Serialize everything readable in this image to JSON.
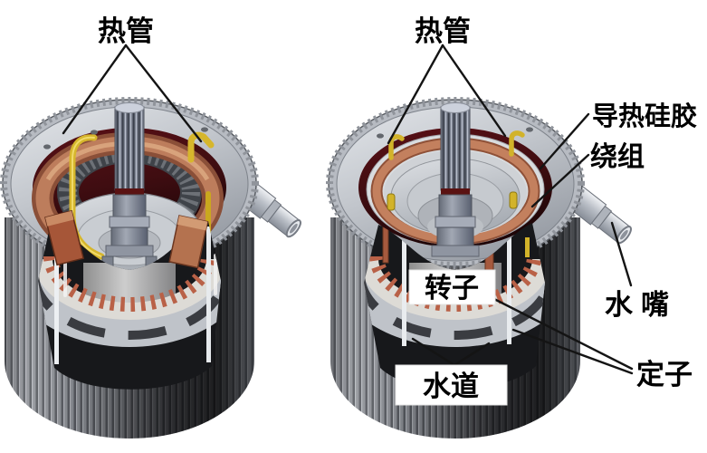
{
  "figure_type": "motor-cutaway-diagram",
  "background": "#ffffff",
  "left_panel": {
    "labels": {
      "heat_pipe": "热管"
    }
  },
  "right_panel": {
    "labels": {
      "heat_pipe": "热管",
      "thermal_silicone": "导热硅胶",
      "winding": "绕组",
      "rotor": "转子",
      "water_nozzle": "水嘴",
      "water_channel": "水道",
      "stator": "定子"
    }
  },
  "colors": {
    "copper_ring": "#bd7d5c",
    "copper_dark": "#8a4f38",
    "copper_slot": "#b96147",
    "heat_pipe_yellow": "#d6b62c",
    "cavity_maroon": "#3f0d11",
    "housing_light": "#c9cdd3",
    "housing_dark": "#1b1c1f",
    "stator_laminate": "#dddbd6",
    "leader_line": "#141414",
    "label_box": "#ffffff"
  }
}
